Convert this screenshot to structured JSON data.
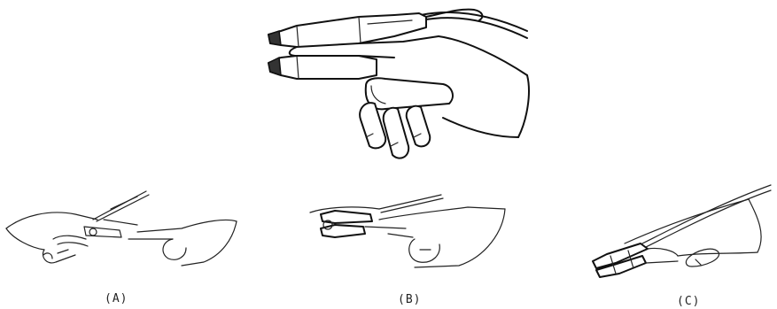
{
  "figures": {
    "main": {
      "name": "finger-sensor-on-finger"
    },
    "a": {
      "caption": "(A)"
    },
    "b": {
      "caption": "(B)"
    },
    "c": {
      "caption": "(C)"
    }
  }
}
